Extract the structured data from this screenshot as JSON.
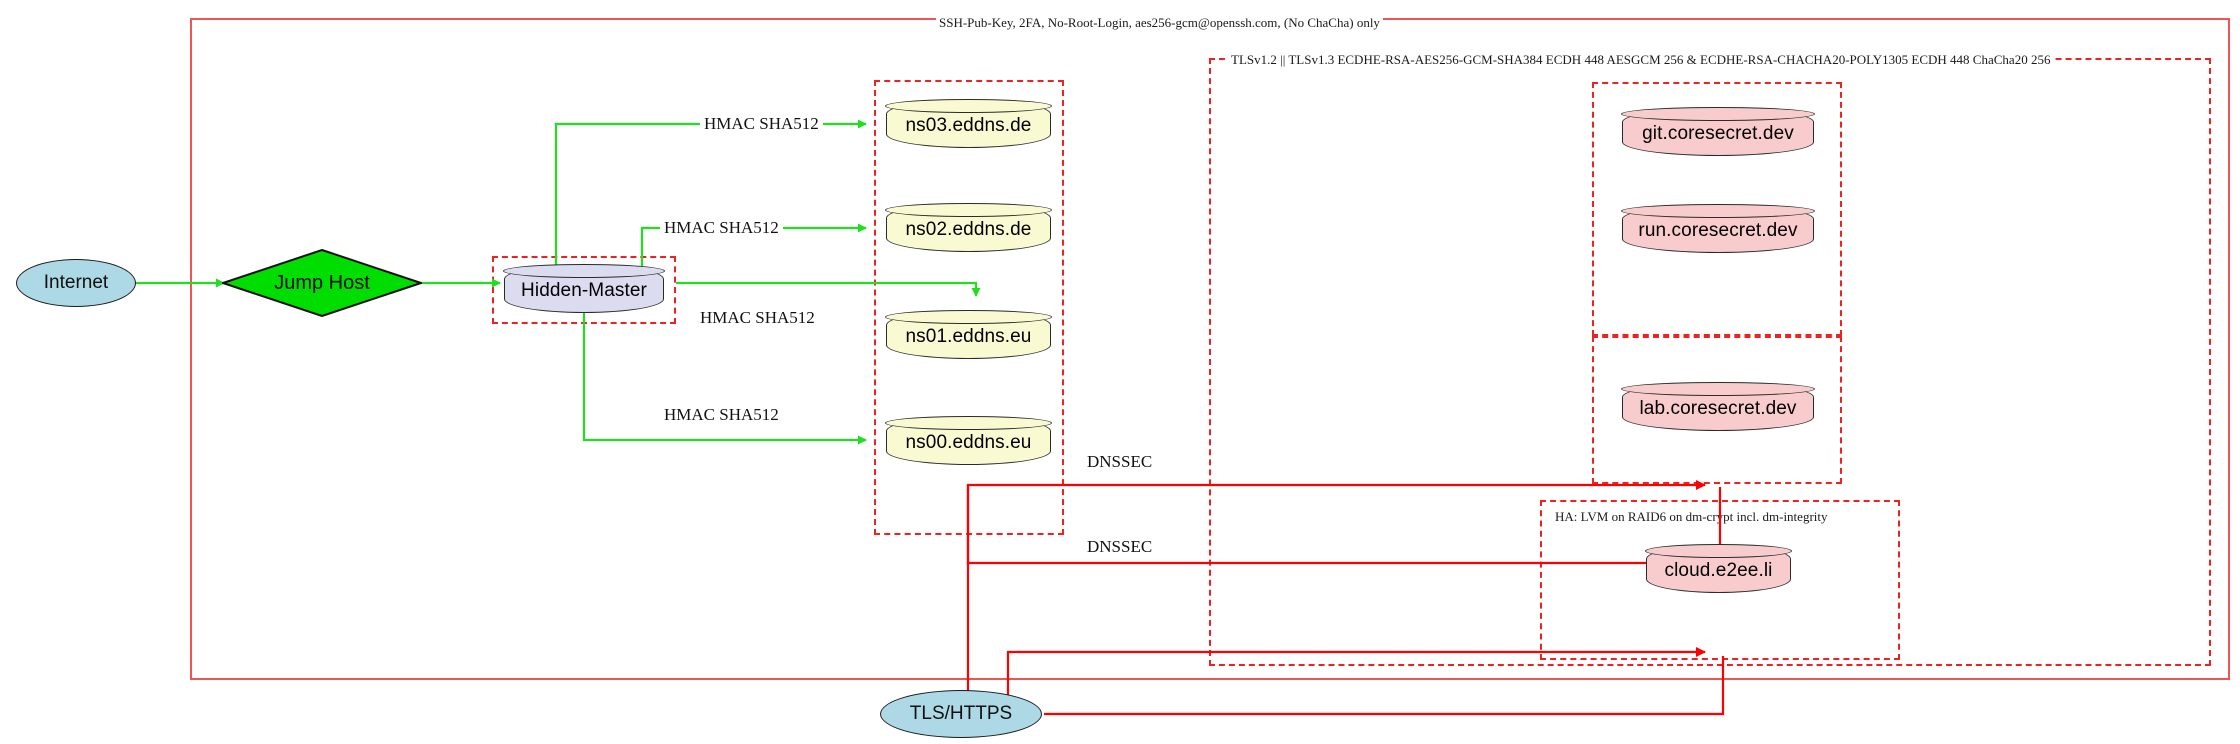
{
  "diagram": {
    "title_label": "SSH-Pub-Key, 2FA, No-Root-Login, aes256-gcm@openssh.com, (No ChaCha) only",
    "tls_label": "TLSv1.2 || TLSv1.3 ECDHE-RSA-AES256-GCM-SHA384 ECDH 448 AESGCM 256 & ECDHE-RSA-CHACHA20-POLY1305 ECDH 448 ChaCha20 256",
    "ha_label": "HA: LVM on RAID6 on dm-crypt incl. dm-integrity"
  },
  "colors": {
    "cluster_red": "#ee2222",
    "outer_red": "#f05555",
    "edge_green": "#22dd22",
    "edge_red": "#ff0000",
    "internet_fill": "#add8e6",
    "jump_fill": "#00dd00",
    "master_fill": "#dcdcf0",
    "dns_fill": "#fafad2",
    "service_fill": "#f8cccc"
  },
  "nodes": {
    "internet": {
      "label": "Internet"
    },
    "jump_host": {
      "label": "Jump Host"
    },
    "hidden_master": {
      "label": "Hidden-Master"
    },
    "ns03": {
      "label": "ns03.eddns.de"
    },
    "ns02": {
      "label": "ns02.eddns.de"
    },
    "ns01": {
      "label": "ns01.eddns.eu"
    },
    "ns00": {
      "label": "ns00.eddns.eu"
    },
    "git": {
      "label": "git.coresecret.dev"
    },
    "run": {
      "label": "run.coresecret.dev"
    },
    "lab": {
      "label": "lab.coresecret.dev"
    },
    "cloud": {
      "label": "cloud.e2ee.li"
    },
    "tls_https": {
      "label": "TLS/HTTPS"
    }
  },
  "edges": {
    "hmac_ns03": "HMAC SHA512",
    "hmac_ns02": "HMAC SHA512",
    "hmac_ns01": "HMAC SHA512",
    "hmac_ns00": "HMAC SHA512",
    "dnssec_upper": "DNSSEC",
    "dnssec_lower": "DNSSEC"
  }
}
